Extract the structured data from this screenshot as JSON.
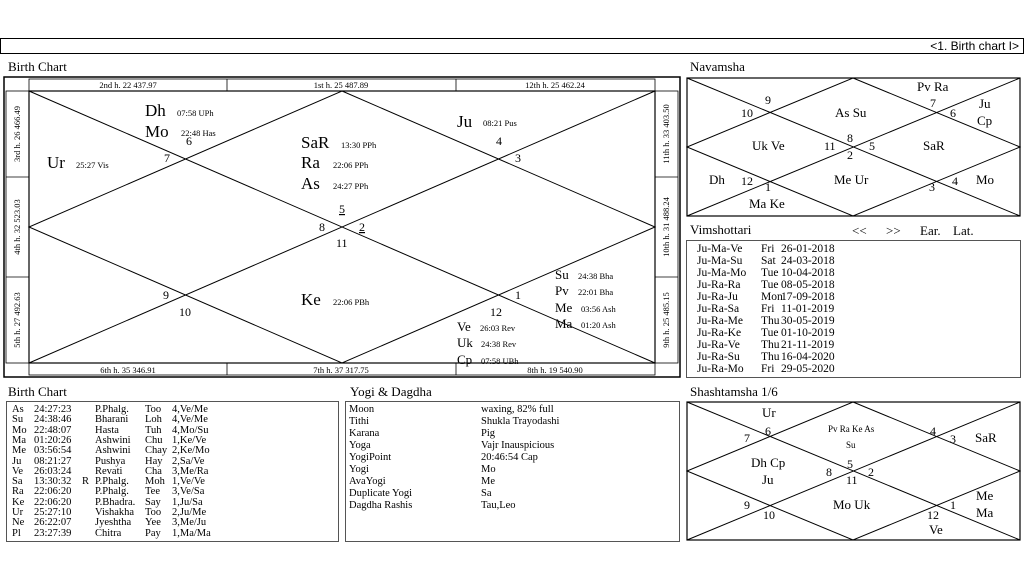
{
  "header": {
    "nav_label": "<1. Birth chart I>"
  },
  "birth_chart": {
    "title": "Birth Chart",
    "house_labels": {
      "top_left": "2nd h.  22  437.97",
      "top_mid": "1st h.  25  487.89",
      "top_right": "12th h.  25  462.24",
      "bottom_left": "6th h.  35  346.91",
      "bottom_mid": "7th h.  37  317.75",
      "bottom_right": "8th h.  19  540.90",
      "left_top": "3rd h.  26  466.49",
      "left_mid": "4th h.  32  523.03",
      "left_bottom": "5th h.  27  492.63",
      "right_top": "11th h.  33  403.50",
      "right_mid": "10th h.  31  488.24",
      "right_bottom": "9th h.  25  485.15"
    },
    "house_numbers": [
      "6",
      "7",
      "4",
      "3",
      "5",
      "8",
      "2",
      "11",
      "9",
      "10",
      "1",
      "12"
    ],
    "planets": {
      "dh": {
        "name": "Dh",
        "detail": "07:58  UPh"
      },
      "mo": {
        "name": "Mo",
        "detail": "22:48  Has"
      },
      "ur": {
        "name": "Ur",
        "detail": "25:27  Vis"
      },
      "sar": {
        "name": "SaR",
        "detail": "13:30  PPh"
      },
      "ra": {
        "name": "Ra",
        "detail": "22:06  PPh"
      },
      "as": {
        "name": "As",
        "detail": "24:27  PPh"
      },
      "ju": {
        "name": "Ju",
        "detail": "08:21  Pus"
      },
      "ke": {
        "name": "Ke",
        "detail": "22:06  PBh"
      },
      "su": {
        "name": "Su",
        "detail": "24:38  Bha"
      },
      "pv": {
        "name": "Pv",
        "detail": "22:01  Bha"
      },
      "me": {
        "name": "Me",
        "detail": "03:56  Ash"
      },
      "ma": {
        "name": "Ma",
        "detail": "01:20  Ash"
      },
      "ve": {
        "name": "Ve",
        "detail": "26:03  Rev"
      },
      "uk": {
        "name": "Uk",
        "detail": "24:38  Rev"
      },
      "cp": {
        "name": "Cp",
        "detail": "07:58  UBh"
      }
    }
  },
  "navamsha": {
    "title": "Navamsha",
    "house_numbers": [
      "9",
      "10",
      "7",
      "6",
      "8",
      "11",
      "2",
      "5",
      "12",
      "1",
      "3",
      "4"
    ],
    "cells": [
      "Pv Ra",
      "Ju",
      "Cp",
      "As Su",
      "Uk Ve",
      "SaR",
      "Me Ur",
      "Dh",
      "Mo",
      "Ma Ke"
    ]
  },
  "vimshottari": {
    "title": "Vimshottari",
    "prev": "<<",
    "next": ">>",
    "ear": "Ear.",
    "lat": "Lat.",
    "rows": [
      {
        "period": "Ju-Ma-Ve",
        "day": "Fri",
        "date": "26-01-2018"
      },
      {
        "period": "Ju-Ma-Su",
        "day": "Sat",
        "date": "24-03-2018"
      },
      {
        "period": "Ju-Ma-Mo",
        "day": "Tue",
        "date": "10-04-2018"
      },
      {
        "period": "Ju-Ra-Ra",
        "day": "Tue",
        "date": "08-05-2018"
      },
      {
        "period": "Ju-Ra-Ju",
        "day": "Mon",
        "date": "17-09-2018"
      },
      {
        "period": "Ju-Ra-Sa",
        "day": "Fri",
        "date": "11-01-2019"
      },
      {
        "period": "Ju-Ra-Me",
        "day": "Thu",
        "date": "30-05-2019"
      },
      {
        "period": "Ju-Ra-Ke",
        "day": "Tue",
        "date": "01-10-2019"
      },
      {
        "period": "Ju-Ra-Ve",
        "day": "Thu",
        "date": "21-11-2019"
      },
      {
        "period": "Ju-Ra-Su",
        "day": "Thu",
        "date": "16-04-2020"
      },
      {
        "period": "Ju-Ra-Mo",
        "day": "Fri",
        "date": "29-05-2020"
      }
    ]
  },
  "birth_table": {
    "title": "Birth Chart",
    "rows": [
      {
        "p": "As",
        "deg": "24:27:23",
        "r": "",
        "nak": "P.Phalg.",
        "syl": "Too",
        "pada": "4,Ve/Me"
      },
      {
        "p": "Su",
        "deg": "24:38:46",
        "r": "",
        "nak": "Bharani",
        "syl": "Loh",
        "pada": "4,Ve/Me"
      },
      {
        "p": "Mo",
        "deg": "22:48:07",
        "r": "",
        "nak": "Hasta",
        "syl": "Tuh",
        "pada": "4,Mo/Su"
      },
      {
        "p": "Ma",
        "deg": "01:20:26",
        "r": "",
        "nak": "Ashwini",
        "syl": "Chu",
        "pada": "1,Ke/Ve"
      },
      {
        "p": "Me",
        "deg": "03:56:54",
        "r": "",
        "nak": "Ashwini",
        "syl": "Chay",
        "pada": "2,Ke/Mo"
      },
      {
        "p": "Ju",
        "deg": "08:21:27",
        "r": "",
        "nak": "Pushya",
        "syl": "Hay",
        "pada": "2,Sa/Ve"
      },
      {
        "p": "Ve",
        "deg": "26:03:24",
        "r": "",
        "nak": "Revati",
        "syl": "Cha",
        "pada": "3,Me/Ra"
      },
      {
        "p": "Sa",
        "deg": "13:30:32",
        "r": "R",
        "nak": "P.Phalg.",
        "syl": "Moh",
        "pada": "1,Ve/Ve"
      },
      {
        "p": "Ra",
        "deg": "22:06:20",
        "r": "",
        "nak": "P.Phalg.",
        "syl": "Tee",
        "pada": "3,Ve/Sa"
      },
      {
        "p": "Ke",
        "deg": "22:06:20",
        "r": "",
        "nak": "P.Bhadra.",
        "syl": "Say",
        "pada": "1,Ju/Sa"
      },
      {
        "p": "Ur",
        "deg": "25:27:10",
        "r": "",
        "nak": "Vishakha",
        "syl": "Too",
        "pada": "2,Ju/Me"
      },
      {
        "p": "Ne",
        "deg": "26:22:07",
        "r": "",
        "nak": "Jyeshtha",
        "syl": "Yee",
        "pada": "3,Me/Ju"
      },
      {
        "p": "Pl",
        "deg": "23:27:39",
        "r": "",
        "nak": "Chitra",
        "syl": "Pay",
        "pada": "1,Ma/Ma"
      }
    ]
  },
  "yogi": {
    "title": "Yogi & Dagdha",
    "rows": [
      {
        "k": "Moon",
        "v": "waxing, 82% full"
      },
      {
        "k": "Tithi",
        "v": "Shukla  Trayodashi"
      },
      {
        "k": "Karana",
        "v": "Pig"
      },
      {
        "k": "Yoga",
        "v": "Vajr Inauspicious"
      },
      {
        "k": "YogiPoint",
        "v": "20:46:54 Cap"
      },
      {
        "k": "Yogi",
        "v": "Mo"
      },
      {
        "k": "AvaYogi",
        "v": "Me"
      },
      {
        "k": "Duplicate Yogi",
        "v": "Sa"
      },
      {
        "k": "Dagdha Rashis",
        "v": "Tau,Leo"
      }
    ]
  },
  "shashtamsha": {
    "title": "Shashtamsha 1/6",
    "house_numbers": [
      "6",
      "7",
      "4",
      "3",
      "5",
      "8",
      "11",
      "2",
      "9",
      "10",
      "12",
      "1"
    ],
    "cells": [
      "Ur",
      "Pv Ra Ke As",
      "Su",
      "SaR",
      "Dh Cp",
      "Ju",
      "Mo Uk",
      "Me",
      "Ma",
      "Ve"
    ]
  }
}
